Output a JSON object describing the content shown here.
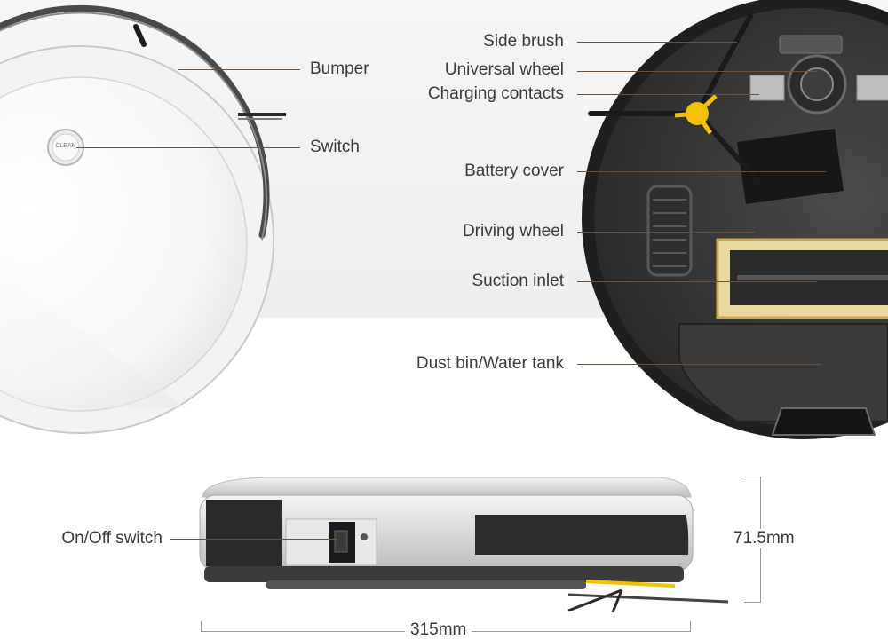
{
  "labels": {
    "bumper": "Bumper",
    "switch": "Switch",
    "side_brush": "Side brush",
    "universal_wheel": "Universal wheel",
    "charging_contacts": "Charging contacts",
    "battery_cover": "Battery cover",
    "driving_wheel": "Driving wheel",
    "suction_inlet": "Suction inlet",
    "dust_bin": "Dust bin/Water tank",
    "onoff_switch": "On/Off switch"
  },
  "button_text": "CLEAN",
  "dimensions": {
    "height": "71.5mm",
    "width": "315mm"
  },
  "colors": {
    "leader": "#6b4f3f",
    "brush_yellow": "#f2c200",
    "body_dark": "#3b3b3b",
    "body_silver": "#d9d9d9"
  }
}
